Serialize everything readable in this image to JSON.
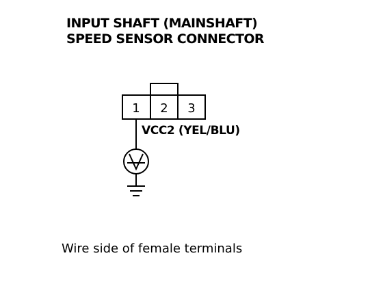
{
  "title": {
    "line1": "INPUT SHAFT (MAINSHAFT)",
    "line2": "SPEED SENSOR CONNECTOR"
  },
  "connector": {
    "terminals": [
      "1",
      "2",
      "3"
    ]
  },
  "wire_label": "VCC2 (YEL/BLU)",
  "symbols": [
    "voltmeter-icon",
    "ground-icon"
  ],
  "caption": "Wire side of female terminals"
}
